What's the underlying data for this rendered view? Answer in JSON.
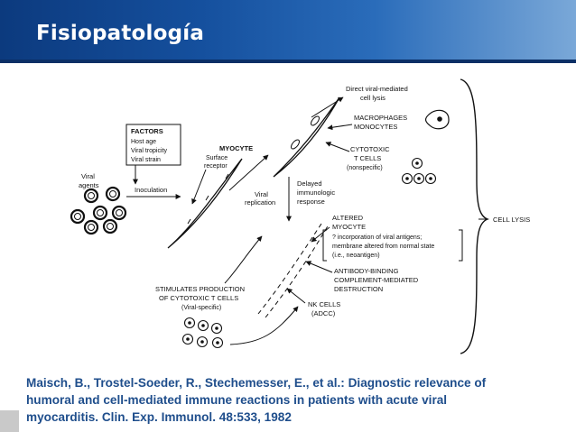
{
  "slide": {
    "title": "Fisiopatología"
  },
  "diagram": {
    "factors_box": {
      "heading": "FACTORS",
      "items": [
        "Host age",
        "Viral tropicity",
        "Viral strain"
      ]
    },
    "labels": {
      "viral_agents_1": "Viral",
      "viral_agents_2": "agents",
      "inoculation": "Inoculation",
      "myocyte": "MYOCYTE",
      "surface_receptor_1": "Surface",
      "surface_receptor_2": "receptor",
      "viral_replication_1": "Viral",
      "viral_replication_2": "replication",
      "direct_lysis_1": "Direct viral-mediated",
      "direct_lysis_2": "cell lysis",
      "macrophages_1": "MACROPHAGES",
      "macrophages_2": "MONOCYTES",
      "cytotoxic_1": "CYTOTOXIC",
      "cytotoxic_2": "T CELLS",
      "cytotoxic_3": "(nonspecific)",
      "delayed_1": "Delayed",
      "delayed_2": "immunologic",
      "delayed_3": "response",
      "altered_1": "ALTERED",
      "altered_2": "MYOCYTE",
      "incorporation_1": "? incorporation of viral antigens;",
      "incorporation_2": "membrane altered from normal state",
      "incorporation_3": "(i.e., neoantigen)",
      "cell_lysis": "CELL LYSIS",
      "antibody_1": "ANTIBODY-BINDING",
      "antibody_2": "COMPLEMENT-MEDIATED",
      "antibody_3": "DESTRUCTION",
      "stimulates_1": "STIMULATES PRODUCTION",
      "stimulates_2": "OF CYTOTOXIC T CELLS",
      "stimulates_3": "(Viral-specific)",
      "nk_1": "NK CELLS",
      "nk_2": "(ADCC)"
    }
  },
  "citation": {
    "line1": "Maisch, B., Trostel-Soeder, R., Stechemesser, E., et al.: Diagnostic relevance of",
    "line2": "humoral and cell-mediated immune reactions in patients with acute viral",
    "line3": "myocarditis. Clin. Exp. Immunol. 48:533, 1982"
  },
  "colors": {
    "header": "#15509e",
    "citation_text": "#1f4e8c"
  }
}
